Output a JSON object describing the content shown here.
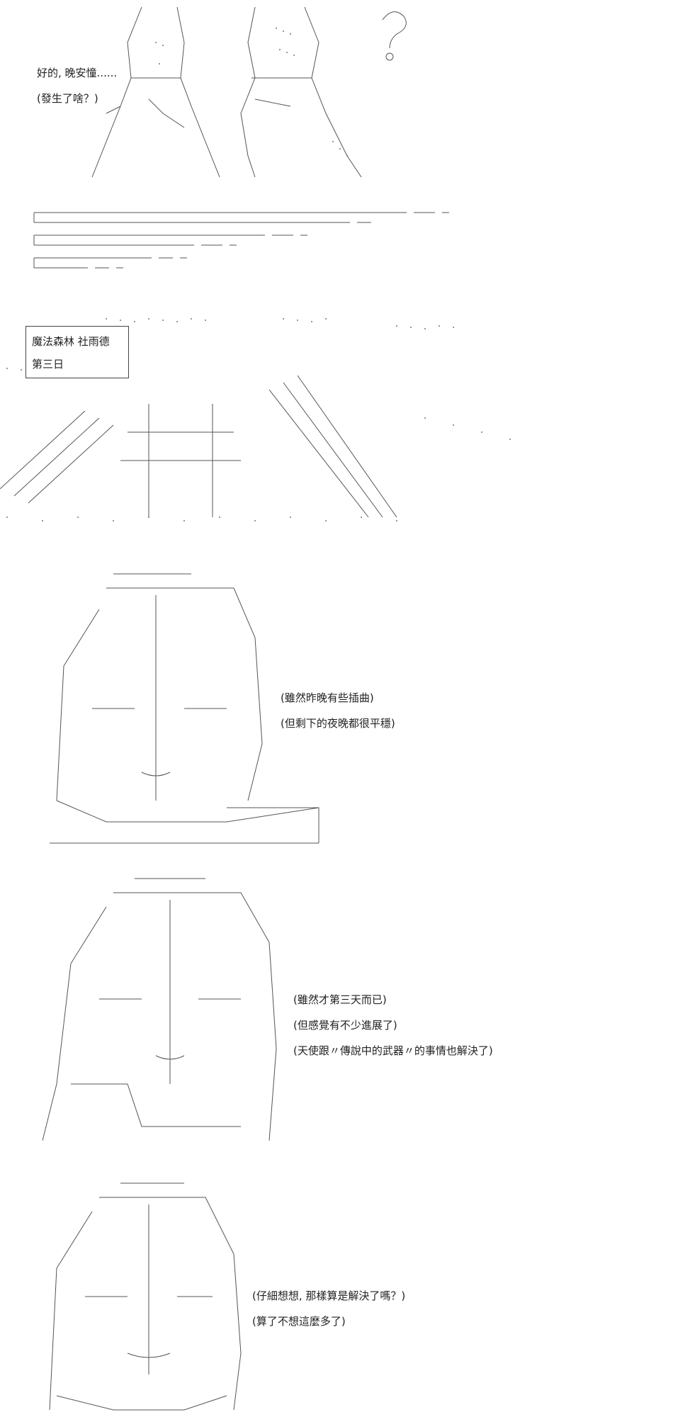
{
  "scene1": {
    "line1": "好的, 晚安憧......",
    "line2": "(發生了啥？)"
  },
  "location": {
    "name": "魔法森林 社雨德",
    "day": "第三日"
  },
  "scene2": {
    "line1": "(雖然昨晚有些插曲)",
    "line2": "(但剩下的夜晚都很平穩)"
  },
  "scene3": {
    "line1": "(雖然才第三天而已)",
    "line2": "(但感覺有不少進展了)",
    "line3": "(天使跟〃傳說中的武器〃的事情也解決了)"
  },
  "scene4": {
    "line1": "(仔細想想, 那樣算是解決了嗎？)",
    "line2": "(算了不想這麼多了)"
  }
}
